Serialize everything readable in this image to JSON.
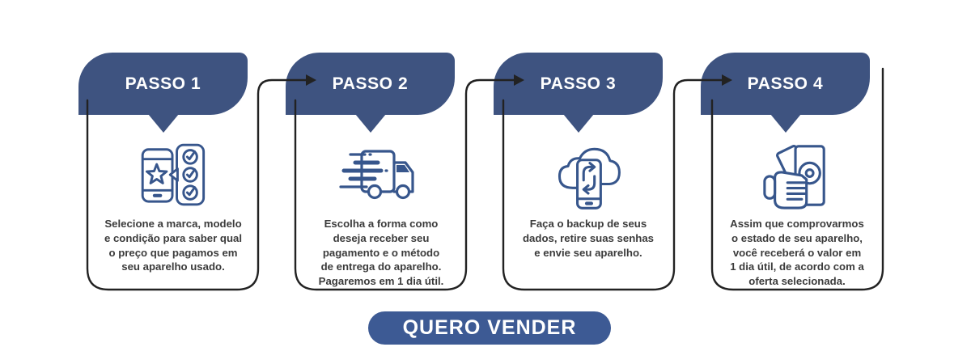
{
  "colors": {
    "banner_blue": "#3e5380",
    "button_blue": "#3d5a94",
    "icon_blue": "#37568c",
    "connector_dark": "#222222",
    "body_text": "#3b3b3b",
    "banner_text": "#ffffff",
    "background": "#ffffff"
  },
  "steps": [
    {
      "title": "PASSO 1",
      "icon": "phone-checklist-icon",
      "description": "Selecione a marca, modelo\ne condição para saber qual\no preço que pagamos em\nseu aparelho usado."
    },
    {
      "title": "PASSO 2",
      "icon": "delivery-truck-icon",
      "description": "Escolha a forma como\ndeseja receber seu\npagamento e o método\nde entrega do aparelho.\nPagaremos em 1 dia útil."
    },
    {
      "title": "PASSO 3",
      "icon": "cloud-backup-icon",
      "description": "Faça o backup de seus\ndados, retire suas senhas\ne envie seu aparelho."
    },
    {
      "title": "PASSO 4",
      "icon": "money-hand-icon",
      "description": "Assim que comprovarmos\no estado de seu aparelho,\nvocê receberá o valor em\n1 dia útil, de acordo com a\noferta selecionada."
    }
  ],
  "cta": {
    "label": "QUERO VENDER"
  }
}
